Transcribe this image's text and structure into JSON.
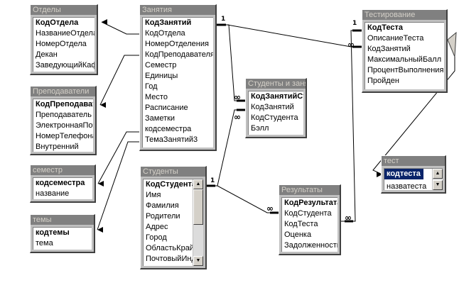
{
  "tables": {
    "otdely": {
      "title": "Отделы",
      "fields": [
        "КодОтдела",
        "НазваниеОтдела",
        "НомерОтдела",
        "Декан",
        "ЗаведующийКаф"
      ]
    },
    "prepodavateli": {
      "title": "Преподаватели",
      "fields": [
        "КодПреподавателя",
        "Преподаватель",
        "ЭлектроннаяПочта",
        "НомерТелефона",
        "Внутренний"
      ]
    },
    "semestr": {
      "title": "семестр",
      "fields": [
        "кодсеместра",
        "название"
      ]
    },
    "temy": {
      "title": "темы",
      "fields": [
        "кодтемы",
        "тема"
      ]
    },
    "zanyatiya": {
      "title": "Занятия",
      "fields": [
        "КодЗанятий",
        "КодОтдела",
        "НомерОтделения",
        "КодПреподавателя",
        "Семестр",
        "Единицы",
        "Год",
        "Место",
        "Расписание",
        "Заметки",
        "кодсеместра",
        "ТемаЗанятий3"
      ]
    },
    "studenty_zanyatiy": {
      "title": "Студенты и занятия",
      "fields": [
        "КодЗанятийСтудента",
        "КодЗанятий",
        "КодСтудента",
        "Бэлл"
      ]
    },
    "studenty": {
      "title": "Студенты",
      "fields": [
        "КодСтудента",
        "Имя",
        "Фамилия",
        "Родители",
        "Адрес",
        "Город",
        "ОбластьКрай",
        "ПочтовыйИндекс"
      ]
    },
    "testirovanie": {
      "title": "Тестирование",
      "fields": [
        "КодТеста",
        "ОписаниеТеста",
        "КодЗанятий",
        "МаксимальныйБалл",
        "ПроцентВыполнения",
        "Пройден"
      ]
    },
    "rezultaty": {
      "title": "Результаты",
      "fields": [
        "КодРезультата",
        "КодСтудента",
        "КодТеста",
        "Оценка",
        "Задолженность"
      ]
    },
    "test": {
      "title": "тест",
      "fields": [
        "кодтеста",
        "назватеста"
      ]
    }
  },
  "cardinality": {
    "one": "1",
    "many": "∞"
  },
  "icons": {
    "scroll_up": "triangle-up-icon",
    "scroll_down": "triangle-down-icon",
    "arrow": "arrowhead-icon"
  }
}
